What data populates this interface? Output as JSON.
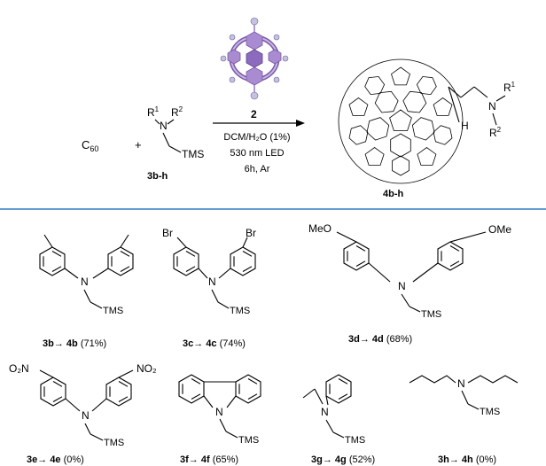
{
  "reaction": {
    "reactant_fullerene": "C",
    "reactant_fullerene_sub": "60",
    "plus": "+",
    "amine_label": "3b-h",
    "r1": "R",
    "r1_sup": "1",
    "r2": "R",
    "r2_sup": "2",
    "n_atom": "N",
    "tms": "TMS",
    "catalyst_number": "2",
    "conditions": [
      "DCM/H₂O (1%)",
      "530 nm LED",
      "6h, Ar"
    ],
    "product_label": "4b-h",
    "product_h": "H"
  },
  "colors": {
    "divider": "#2f7cc2",
    "catalyst": "#a98bd1"
  },
  "scope": [
    {
      "id": "3b",
      "substituent": "",
      "substrate": "3b",
      "product": "4b",
      "yield": "(71%)"
    },
    {
      "id": "3c",
      "substituent": "Br",
      "substrate": "3c",
      "product": "4c",
      "yield": "(74%)"
    },
    {
      "id": "3d",
      "substituent": "MeO",
      "substituent_alt": "OMe",
      "substrate": "3d",
      "product": "4d",
      "yield": "(68%)"
    },
    {
      "id": "3e",
      "substituent": "O₂N",
      "substituent_alt": "NO₂",
      "substrate": "3e",
      "product": "4e",
      "yield": "(0%)"
    },
    {
      "id": "3f",
      "substituent": "",
      "substrate": "3f",
      "product": "4f",
      "yield": "(65%)"
    },
    {
      "id": "3g",
      "substituent": "",
      "substrate": "3g",
      "product": "4g",
      "yield": "(52%)"
    },
    {
      "id": "3h",
      "substituent": "",
      "substrate": "3h",
      "product": "4h",
      "yield": "(0%)"
    }
  ],
  "atoms": {
    "n": "N",
    "tms": "TMS",
    "br": "Br",
    "meo": "MeO",
    "ome": "OMe",
    "o2n": "O₂N",
    "no2": "NO₂"
  }
}
